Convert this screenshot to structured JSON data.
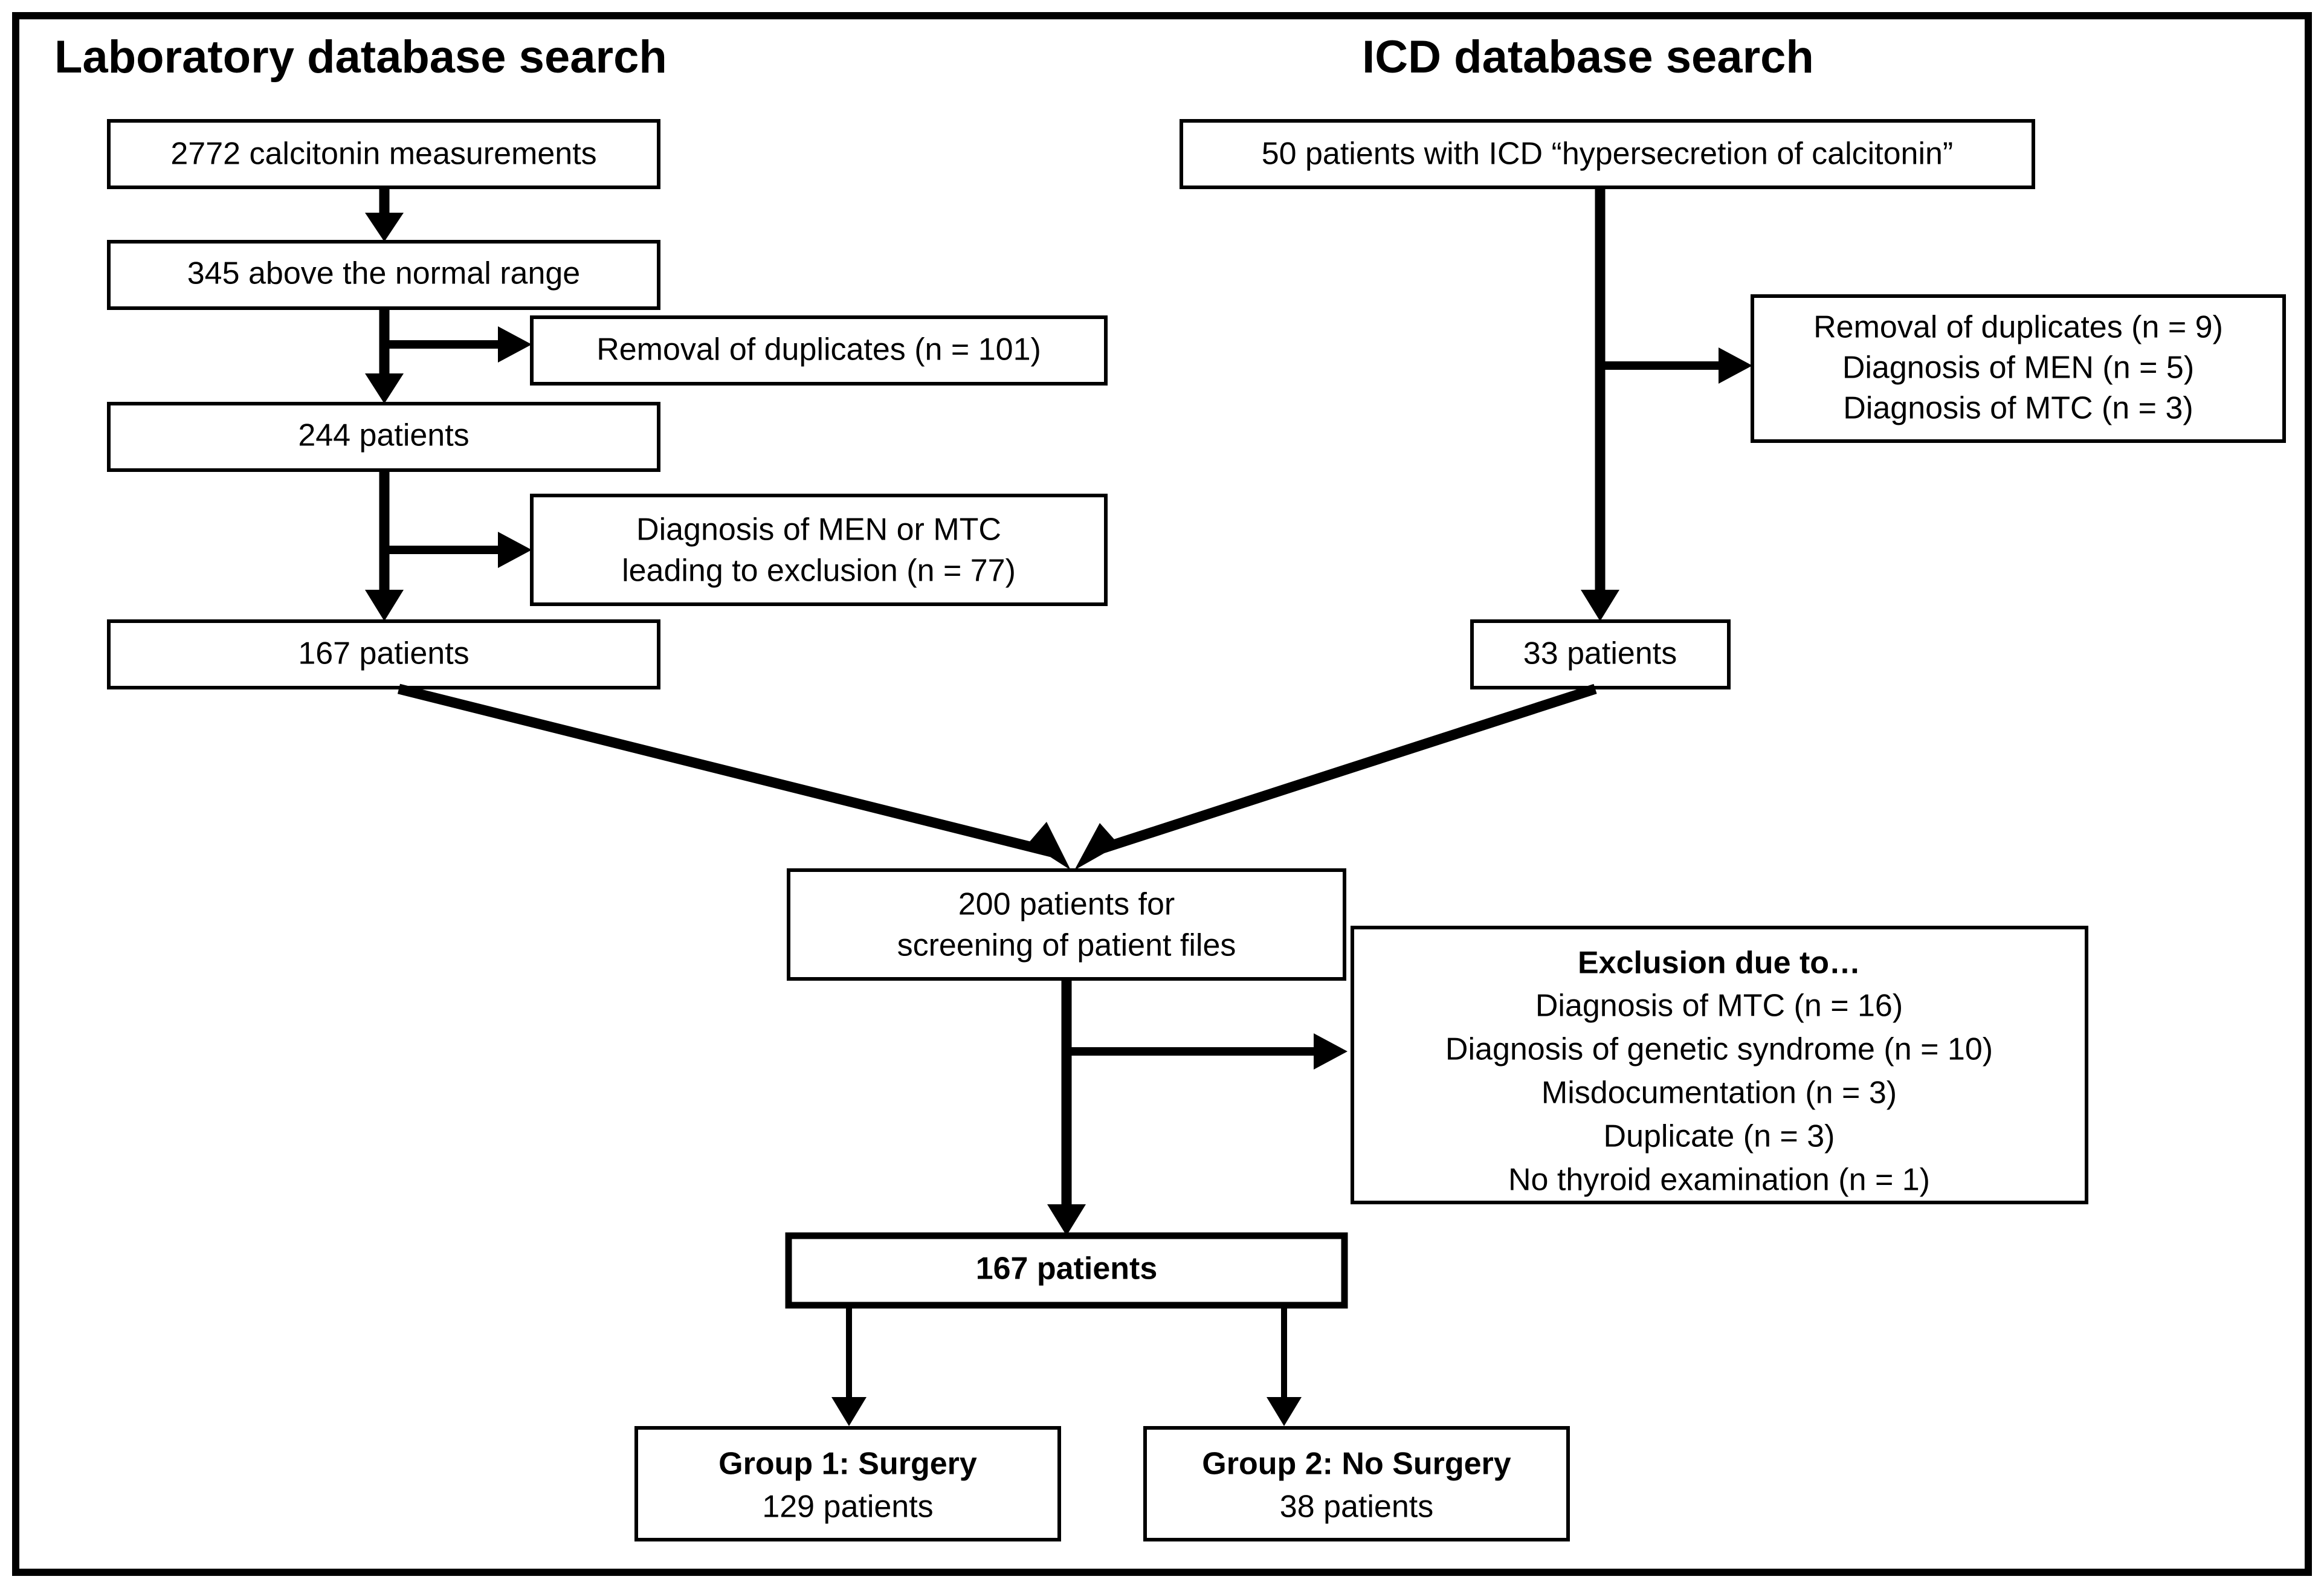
{
  "figure": {
    "type": "flowchart",
    "orientation": "top-to-bottom",
    "headings": {
      "left": "Laboratory database search",
      "right": "ICD database search"
    },
    "nodes": {
      "lab_measurements": "2772 calcitonin measurements",
      "lab_above_range": "345 above the normal range",
      "lab_excl_duplicates": "Removal of duplicates (n = 101)",
      "lab_244": "244 patients",
      "lab_excl_men_mtc_line1": "Diagnosis of MEN or MTC",
      "lab_excl_men_mtc_line2": "leading to exclusion (n = 77)",
      "lab_167": "167 patients",
      "icd_50": "50 patients with ICD “hypersecretion of calcitonin”",
      "icd_excl_line1": "Removal of duplicates (n = 9)",
      "icd_excl_line2": "Diagnosis of MEN (n = 5)",
      "icd_excl_line3": "Diagnosis of MTC (n = 3)",
      "icd_33": "33 patients",
      "screen_200_line1": "200 patients for",
      "screen_200_line2": "screening of patient files",
      "exclusion_title": "Exclusion due to…",
      "exclusion_item1": "Diagnosis of MTC (n = 16)",
      "exclusion_item2": "Diagnosis of genetic syndrome (n = 10)",
      "exclusion_item3": "Misdocumentation (n = 3)",
      "exclusion_item4": "Duplicate (n = 3)",
      "exclusion_item5": "No thyroid examination (n = 1)",
      "final_167": "167 patients",
      "group1_line1": "Group 1: Surgery",
      "group1_line2": "129 patients",
      "group2_line1": "Group 2: No Surgery",
      "group2_line2": "38 patients"
    },
    "colors": {
      "stroke": "#000000",
      "fill": "#ffffff",
      "text": "#000000"
    }
  }
}
